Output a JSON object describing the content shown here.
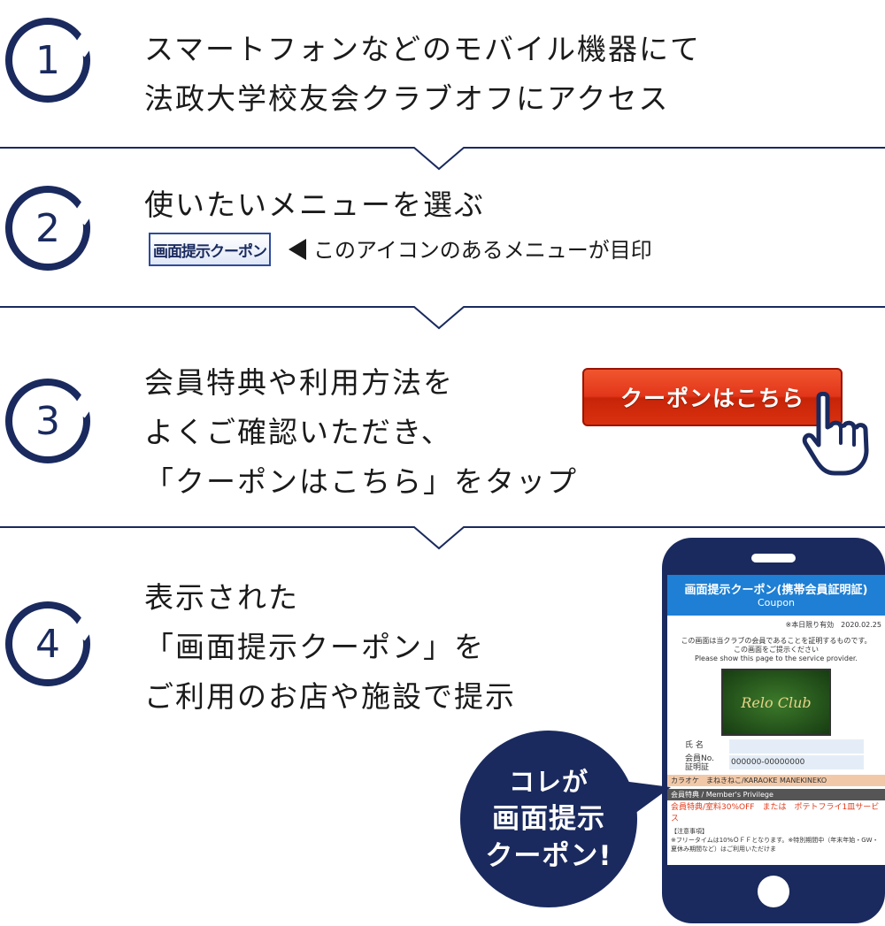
{
  "steps": [
    {
      "number": "1",
      "text": "スマートフォンなどのモバイル機器にて\n法政大学校友会クラブオフにアクセス"
    },
    {
      "number": "2",
      "text": "使いたいメニューを選ぶ",
      "icon_label": "画面提示クーポン",
      "hint": "このアイコンのあるメニューが目印"
    },
    {
      "number": "3",
      "text": "会員特典や利用方法を\nよくご確認いただき、\n「クーポンはこちら」をタップ",
      "button_label": "クーポンはこちら"
    },
    {
      "number": "4",
      "text": "表示された\n「画面提示クーポン」を\nご利用のお店や施設で提示"
    }
  ],
  "phone_screen": {
    "title": "画面提示クーポン(携帯会員証明証)",
    "subtitle": "Coupon",
    "date": "※本日限り有効　2020.02.25",
    "desc1": "この画面は当クラブの会員であることを証明するものです。",
    "desc2": "この画面をご提示ください",
    "desc3": "Please show this page to the service provider.",
    "card_logo": "Relo Club",
    "name_label": "氏 名",
    "member_label": "会員No.\n証明証",
    "member_value": "000000-00000000",
    "store": "カラオケ　まねきねこ/KARAOKE MANEKINEKO",
    "privilege_header": "会員特典 / Member's Privilege",
    "privilege": "会員特典/室料30%OFF　または　ポテトフライ1皿サービス",
    "notes_header": "【注意事項】",
    "notes": "※フリータイムは10%ＯＦＦとなります。※特別期間中（年末年始・GW・夏休み期間など）はご利用いただけま"
  },
  "bubble": {
    "line1": "コレが",
    "line2": "画面提示",
    "line3": "クーポン!"
  },
  "colors": {
    "navy": "#1a2a5e",
    "button_red": "#e2361a",
    "screen_blue": "#1e7fd4"
  }
}
